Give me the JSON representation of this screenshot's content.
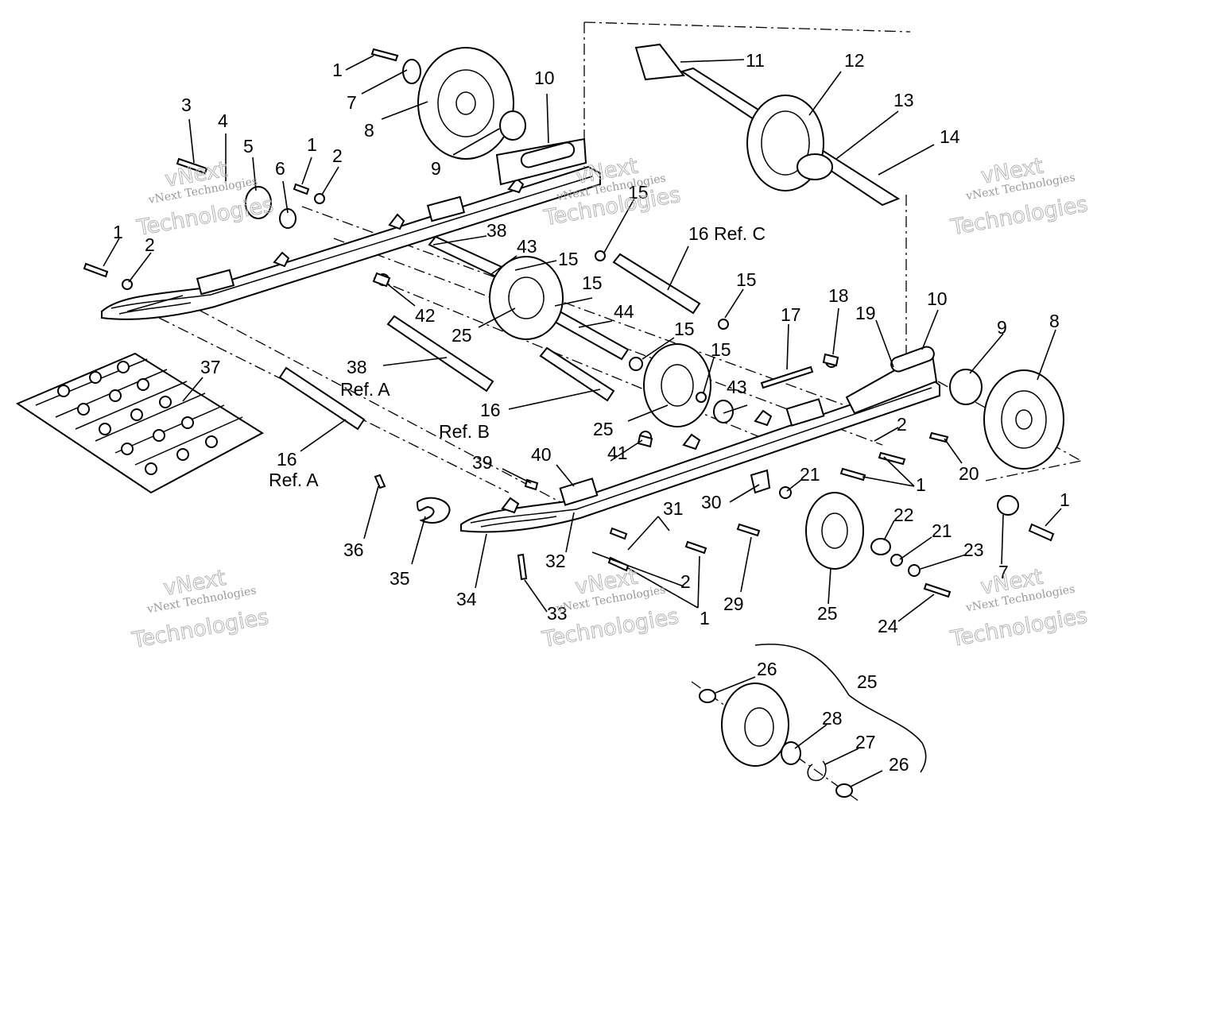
{
  "watermark": {
    "line1": "vNext",
    "line2": "Technologies",
    "small": "vNext Technologies"
  },
  "callouts": [
    {
      "id": "c1a",
      "text": "1"
    },
    {
      "id": "c7a",
      "text": "7"
    },
    {
      "id": "c8a",
      "text": "8"
    },
    {
      "id": "c10a",
      "text": "10"
    },
    {
      "id": "c9a",
      "text": "9"
    },
    {
      "id": "c3",
      "text": "3"
    },
    {
      "id": "c4",
      "text": "4"
    },
    {
      "id": "c5",
      "text": "5"
    },
    {
      "id": "c6",
      "text": "6"
    },
    {
      "id": "c1b",
      "text": "1"
    },
    {
      "id": "c2b",
      "text": "2"
    },
    {
      "id": "c11",
      "text": "11"
    },
    {
      "id": "c12",
      "text": "12"
    },
    {
      "id": "c13",
      "text": "13"
    },
    {
      "id": "c14",
      "text": "14"
    },
    {
      "id": "c15a",
      "text": "15"
    },
    {
      "id": "c1c",
      "text": "1"
    },
    {
      "id": "c2c",
      "text": "2"
    },
    {
      "id": "c38a",
      "text": "38"
    },
    {
      "id": "c43a",
      "text": "43"
    },
    {
      "id": "c15b",
      "text": "15"
    },
    {
      "id": "c16c",
      "text": "16 Ref. C"
    },
    {
      "id": "c15c",
      "text": "15"
    },
    {
      "id": "c42",
      "text": "42"
    },
    {
      "id": "c44",
      "text": "44"
    },
    {
      "id": "c25a",
      "text": "25"
    },
    {
      "id": "c15d",
      "text": "15"
    },
    {
      "id": "c15e",
      "text": "15"
    },
    {
      "id": "c15f",
      "text": "15"
    },
    {
      "id": "c17",
      "text": "17"
    },
    {
      "id": "c18",
      "text": "18"
    },
    {
      "id": "c19",
      "text": "19"
    },
    {
      "id": "c10b",
      "text": "10"
    },
    {
      "id": "c9b",
      "text": "9"
    },
    {
      "id": "c8b",
      "text": "8"
    },
    {
      "id": "c37",
      "text": "37"
    },
    {
      "id": "c38b",
      "text": "38"
    },
    {
      "id": "c38b_ref",
      "text": "Ref. A"
    },
    {
      "id": "c43b",
      "text": "43"
    },
    {
      "id": "c16b",
      "text": "16"
    },
    {
      "id": "c16b_ref",
      "text": "Ref. B"
    },
    {
      "id": "c25b",
      "text": "25"
    },
    {
      "id": "c2d",
      "text": "2"
    },
    {
      "id": "c20",
      "text": "20"
    },
    {
      "id": "c16a",
      "text": "16"
    },
    {
      "id": "c16a_ref",
      "text": "Ref. A"
    },
    {
      "id": "c39",
      "text": "39"
    },
    {
      "id": "c40",
      "text": "40"
    },
    {
      "id": "c41",
      "text": "41"
    },
    {
      "id": "c21a",
      "text": "21"
    },
    {
      "id": "c1d",
      "text": "1"
    },
    {
      "id": "c1e",
      "text": "1"
    },
    {
      "id": "c30",
      "text": "30"
    },
    {
      "id": "c31",
      "text": "31"
    },
    {
      "id": "c22",
      "text": "22"
    },
    {
      "id": "c21b",
      "text": "21"
    },
    {
      "id": "c23",
      "text": "23"
    },
    {
      "id": "c7b",
      "text": "7"
    },
    {
      "id": "c36",
      "text": "36"
    },
    {
      "id": "c35",
      "text": "35"
    },
    {
      "id": "c34",
      "text": "34"
    },
    {
      "id": "c32",
      "text": "32"
    },
    {
      "id": "c2e",
      "text": "2"
    },
    {
      "id": "c33",
      "text": "33"
    },
    {
      "id": "c1f",
      "text": "1"
    },
    {
      "id": "c29",
      "text": "29"
    },
    {
      "id": "c25c",
      "text": "25"
    },
    {
      "id": "c24",
      "text": "24"
    },
    {
      "id": "c26a",
      "text": "26"
    },
    {
      "id": "c25d",
      "text": "25"
    },
    {
      "id": "c28",
      "text": "28"
    },
    {
      "id": "c27",
      "text": "27"
    },
    {
      "id": "c26b",
      "text": "26"
    }
  ]
}
